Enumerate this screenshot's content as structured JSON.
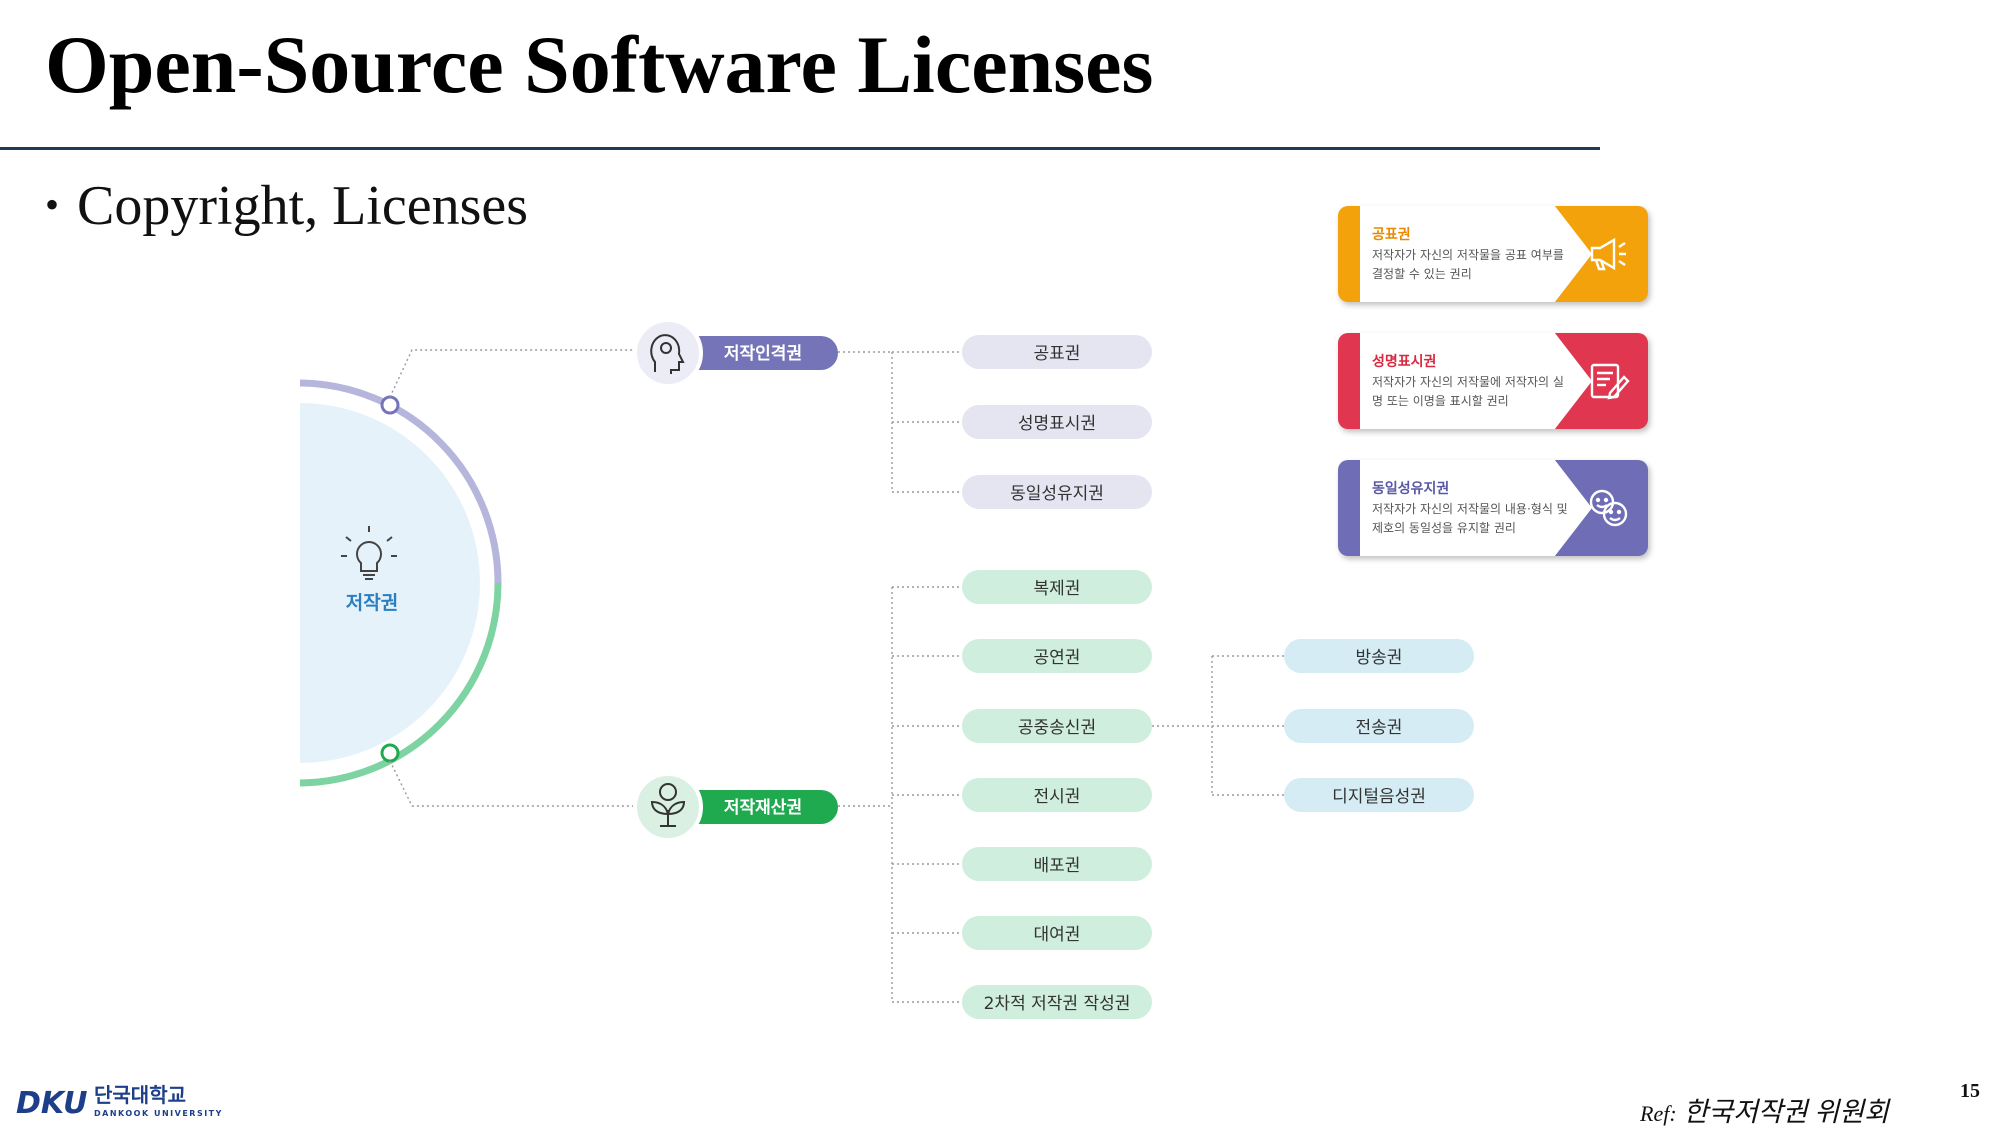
{
  "slide": {
    "title": "Open-Source Software Licenses",
    "bullet": "Copyright, Licenses",
    "page_number": "15",
    "ref_label": "Ref:",
    "ref_source": "한국저작권 위원회"
  },
  "diagram": {
    "root": "저작권",
    "moral_rights": {
      "label": "저작인격권",
      "children": [
        "공표권",
        "성명표시권",
        "동일성유지권"
      ]
    },
    "property_rights": {
      "label": "저작재산권",
      "children": [
        "복제권",
        "공연권",
        "공중송신권",
        "전시권",
        "배포권",
        "대여권",
        "2차적 저작권 작성권"
      ]
    },
    "public_transmission": {
      "children": [
        "방송권",
        "전송권",
        "디지털음성권"
      ]
    }
  },
  "cards": [
    {
      "title": "공표권",
      "desc": "저작자가 자신의 저작물을 공표 여부를 결정할 수 있는 권리",
      "color": "#f4a20c",
      "icon": "megaphone-icon"
    },
    {
      "title": "성명표시권",
      "desc": "저작자가 자신의 저작물에 저작자의 실명 또는 이명을 표시할 권리",
      "color": "#e0364f",
      "icon": "document-pen-icon"
    },
    {
      "title": "동일성유지권",
      "desc": "저작자가 자신의 저작물의 내용·형식 및 제호의 동일성을 유지할 권리",
      "color": "#6f6db5",
      "icon": "faces-icon"
    }
  ],
  "logo": {
    "mark": "DKU",
    "name": "단국대학교",
    "subtitle": "DANKOOK UNIVERSITY"
  },
  "colors": {
    "purple": "#7574b8",
    "purple_light": "#e5e5f2",
    "green": "#1faa4f",
    "green_light": "#cfeedd",
    "blue_light": "#d5ecf4",
    "root_fill": "#e6f2fa",
    "root_text": "#2a7fc1",
    "navy": "#1f3b57"
  }
}
